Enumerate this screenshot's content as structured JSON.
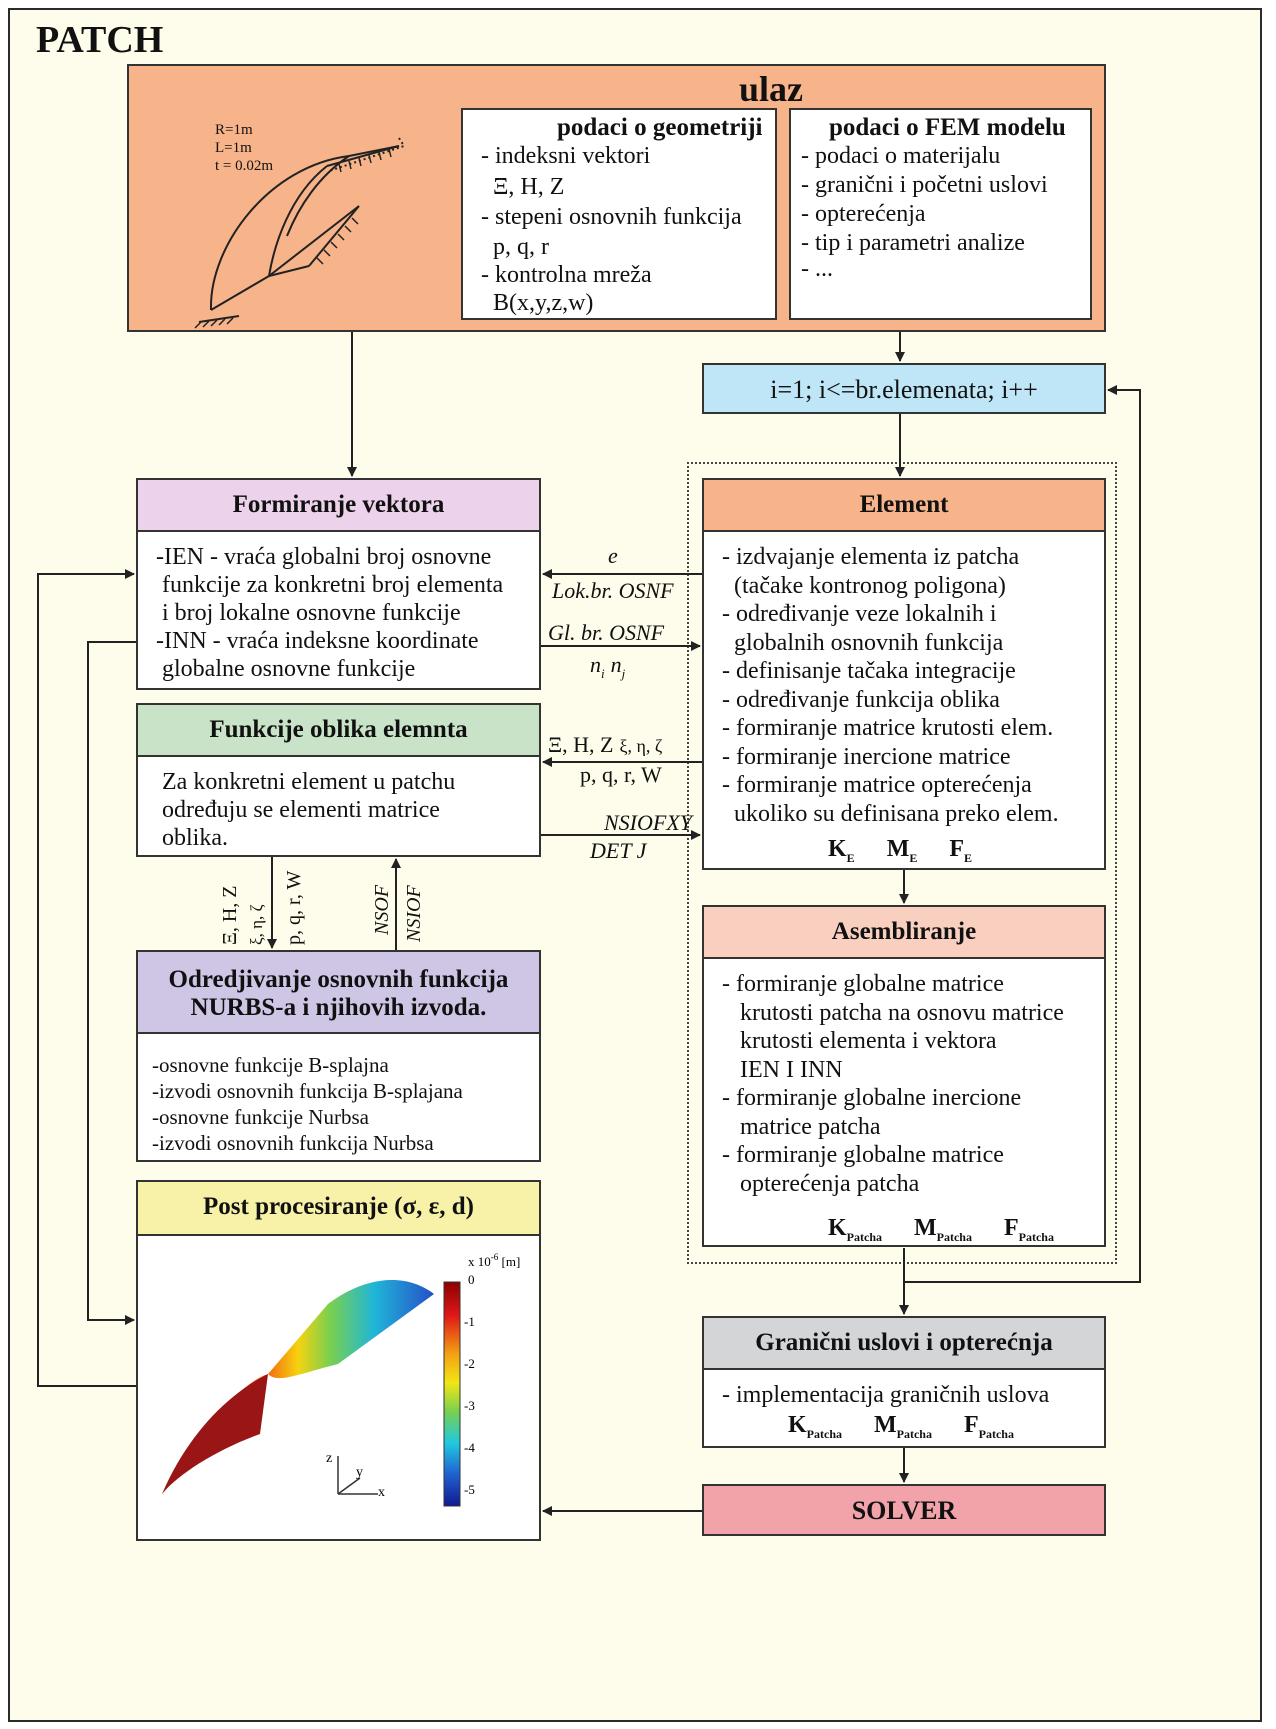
{
  "title": "PATCH",
  "ulaz": {
    "title": "ulaz",
    "sketch_params": [
      "R=1m",
      "L=1m",
      "t = 0.02m"
    ],
    "geometry": {
      "title": "podaci o geometriji",
      "lines": [
        "- indeksni vektori",
        "Ξ, H, Z",
        "- stepeni osnovnih funkcija",
        "p, q, r",
        "- kontrolna mreža",
        "B(x,y,z,w)"
      ]
    },
    "fem": {
      "title": "podaci o FEM modelu",
      "lines": [
        "- podaci o materijalu",
        "- granični i početni uslovi",
        "- opterećenja",
        "- tip i parametri analize",
        "- ..."
      ]
    }
  },
  "loop": {
    "label": "i=1; i<=br.elemenata; i++"
  },
  "formiranje": {
    "title": "Formiranje vektora",
    "lines": [
      "-IEN - vraća globalni broj osnovne",
      "funkcije za konkretni broj elementa",
      "i broj lokalne osnovne funkcije",
      "-INN - vraća indeksne koordinate",
      "globalne osnovne funkcije"
    ]
  },
  "element": {
    "title": "Element",
    "lines": [
      "- izdvajanje elementa iz patcha",
      "(tačake kontronog poligona)",
      "- određivanje veze lokalnih i",
      "globalnih osnovnih funkcija",
      "- definisanje tačaka integracije",
      "- određivanje funkcija oblika",
      "- formiranje matrice krutosti elem.",
      "- formiranje inercione matrice",
      "- formiranje matrice opterećenja",
      "ukoliko su definisana preko elem."
    ],
    "outputs": [
      "K",
      "M",
      "F"
    ],
    "output_sub": "E"
  },
  "funkcije": {
    "title": "Funkcije oblika elemnta",
    "lines": [
      "Za konkretni element u patchu",
      "određuju se elementi matrice",
      "oblika."
    ]
  },
  "odredjivanje": {
    "title_lines": [
      "Odredjivanje osnovnih funkcija",
      "NURBS-a i njihovih izvoda."
    ],
    "lines": [
      "-osnovne funkcije B-splajna",
      "-izvodi osnovnih funkcija B-splajana",
      "-osnovne funkcije Nurbsa",
      "-izvodi osnovnih funkcija Nurbsa"
    ]
  },
  "asembliranje": {
    "title": "Asembliranje",
    "lines": [
      "- formiranje globalne matrice",
      "krutosti patcha na osnovu matrice",
      "krutosti elementa i vektora",
      "IEN I INN",
      "- formiranje globalne inercione",
      "matrice patcha",
      "- formiranje globalne matrice",
      "opterećenja patcha"
    ],
    "outputs": [
      "K",
      "M",
      "F"
    ],
    "output_sub": "Patcha"
  },
  "granicni": {
    "title": "Granični uslovi i opterećnja",
    "lines": [
      "- implementacija graničnih uslova"
    ],
    "outputs": [
      "K",
      "M",
      "F"
    ],
    "output_sub": "Patcha"
  },
  "solver": {
    "label": "SOLVER"
  },
  "post": {
    "title": "Post procesiranje (σ, ε, d)",
    "colorbar": {
      "unit": "x 10",
      "exp": "-6",
      "unit_tail": " [m]",
      "ticks": [
        "0",
        "-1",
        "-2",
        "-3",
        "-4",
        "-5"
      ]
    },
    "axes": [
      "z",
      "y",
      "x"
    ]
  },
  "arrow_labels": {
    "e": "e",
    "lok": "Lok.br. OSNF",
    "gl": "Gl. br. OSNF",
    "ninj": [
      "n",
      "i",
      "n",
      "j"
    ],
    "xi_left": "Ξ, H, Z",
    "xi_right": "ξ, η, ζ",
    "pqrW": "p, q, r, W",
    "nsiofxy": "NSIOFXY",
    "detj": "DET J",
    "v_xi": "Ξ, H, Z",
    "v_xieta": "ξ, η, ζ",
    "v_pqrw": "p, q, r, W",
    "v_nsof": "NSOF",
    "v_nsiof": "NSIOF"
  },
  "colors": {
    "page_bg": "#fefcea",
    "ulaz_bg": "#f7b48a",
    "loop_bg": "#bfe6f7",
    "formiranje_hdr": "#ecd2ea",
    "element_hdr": "#f7b48a",
    "funkcije_hdr": "#c9e3c8",
    "odredjivanje_hdr": "#cfc6e6",
    "asembliranje_hdr": "#f9cfc0",
    "post_hdr": "#f8f1a8",
    "granicni_hdr": "#d4d5d7",
    "solver_bg": "#f2a3aa"
  }
}
